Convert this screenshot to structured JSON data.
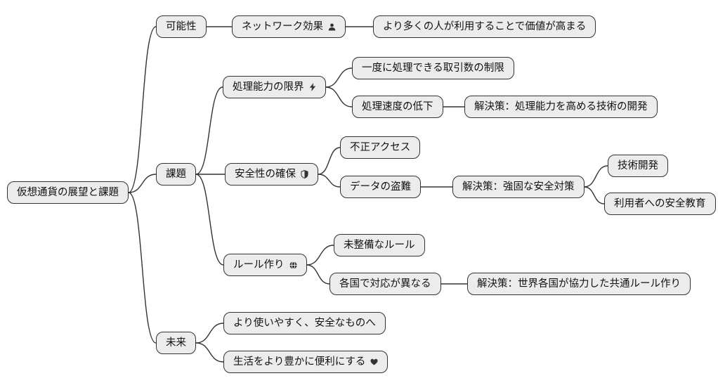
{
  "diagram_type": "mindmap",
  "colors": {
    "background": "#ffffff",
    "node_fill": "#ececec",
    "node_border": "#333333",
    "edge": "#333333",
    "text": "#111111"
  },
  "nodes": {
    "root": {
      "label": "仮想通貨の展望と課題"
    },
    "possibility": {
      "label": "可能性"
    },
    "network": {
      "label": "ネットワーク効果",
      "icon": "user-icon"
    },
    "networkDesc": {
      "label": "より多くの人が利用することで価値が高まる"
    },
    "challenges": {
      "label": "課題"
    },
    "processing": {
      "label": "処理能力の限界",
      "icon": "bolt-icon"
    },
    "txLimit": {
      "label": "一度に処理できる取引数の制限"
    },
    "speedDrop": {
      "label": "処理速度の低下"
    },
    "speedSolution": {
      "label": "解決策：処理能力を高める技術の開発"
    },
    "security": {
      "label": "安全性の確保",
      "icon": "shield-icon"
    },
    "unauthorized": {
      "label": "不正アクセス"
    },
    "dataTheft": {
      "label": "データの盗難"
    },
    "securitySolution": {
      "label": "解決策：強固な安全対策"
    },
    "techDev": {
      "label": "技術開発"
    },
    "userEdu": {
      "label": "利用者への安全教育"
    },
    "rules": {
      "label": "ルール作り",
      "icon": "globe-icon"
    },
    "unregulated": {
      "label": "未整備なルール"
    },
    "countryDiff": {
      "label": "各国で対応が異なる"
    },
    "ruleSolution": {
      "label": "解決策：世界各国が協力した共通ルール作り"
    },
    "future": {
      "label": "未来"
    },
    "easierSafer": {
      "label": "より使いやすく、安全なものへ"
    },
    "enrichLife": {
      "label": "生活をより豊かに便利にする",
      "icon": "heart-icon"
    }
  },
  "edges": [
    {
      "from": "root",
      "to": "possibility"
    },
    {
      "from": "root",
      "to": "challenges"
    },
    {
      "from": "root",
      "to": "future"
    },
    {
      "from": "possibility",
      "to": "network"
    },
    {
      "from": "network",
      "to": "networkDesc"
    },
    {
      "from": "challenges",
      "to": "processing"
    },
    {
      "from": "challenges",
      "to": "security"
    },
    {
      "from": "challenges",
      "to": "rules"
    },
    {
      "from": "processing",
      "to": "txLimit"
    },
    {
      "from": "processing",
      "to": "speedDrop"
    },
    {
      "from": "speedDrop",
      "to": "speedSolution"
    },
    {
      "from": "security",
      "to": "unauthorized"
    },
    {
      "from": "security",
      "to": "dataTheft"
    },
    {
      "from": "dataTheft",
      "to": "securitySolution"
    },
    {
      "from": "securitySolution",
      "to": "techDev"
    },
    {
      "from": "securitySolution",
      "to": "userEdu"
    },
    {
      "from": "rules",
      "to": "unregulated"
    },
    {
      "from": "rules",
      "to": "countryDiff"
    },
    {
      "from": "countryDiff",
      "to": "ruleSolution"
    },
    {
      "from": "future",
      "to": "easierSafer"
    },
    {
      "from": "future",
      "to": "enrichLife"
    }
  ]
}
